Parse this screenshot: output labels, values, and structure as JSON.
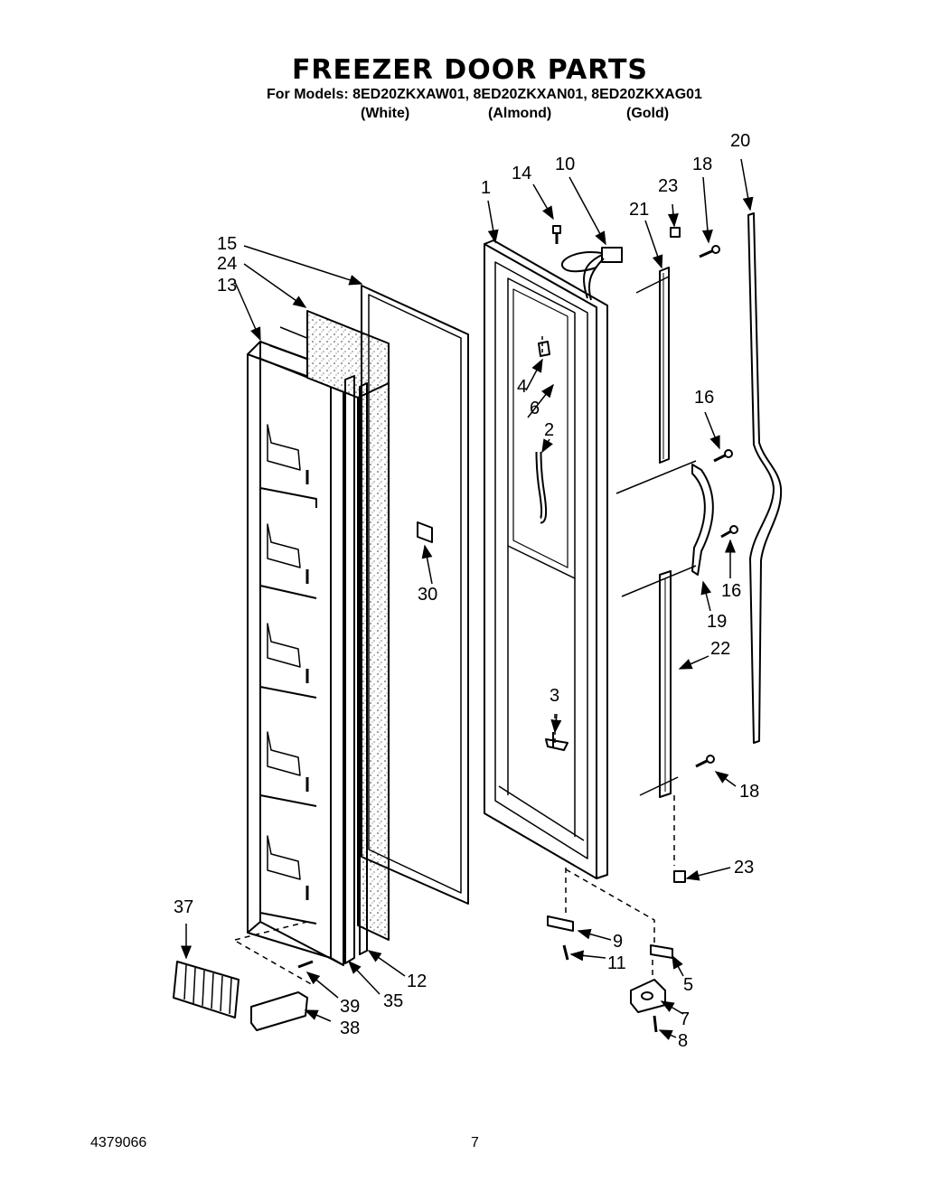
{
  "header": {
    "title": "FREEZER DOOR PARTS",
    "models_line": "For Models: 8ED20ZKXAW01, 8ED20ZKXAN01, 8ED20ZKXAG01",
    "variants": [
      "(White)",
      "(Almond)",
      "(Gold)"
    ]
  },
  "callouts": [
    "1",
    "2",
    "3",
    "4",
    "5",
    "6",
    "7",
    "8",
    "9",
    "10",
    "11",
    "12",
    "13",
    "14",
    "15",
    "16",
    "16",
    "18",
    "18",
    "19",
    "20",
    "21",
    "22",
    "23",
    "23",
    "24",
    "30",
    "35",
    "37",
    "38",
    "39"
  ],
  "footer": {
    "doc_number": "4379066",
    "page_number": "7"
  }
}
